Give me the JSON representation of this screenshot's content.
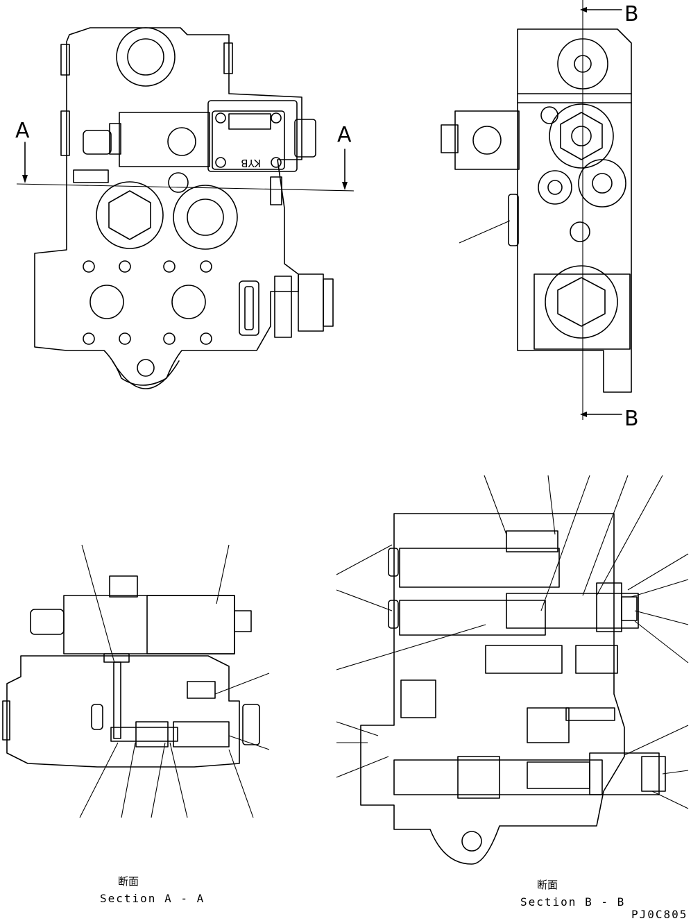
{
  "markers": {
    "section_a_left": "A",
    "section_a_right": "A",
    "section_b_top": "B",
    "section_b_bottom": "B"
  },
  "captions": {
    "section_aa_jp": "断面",
    "section_aa": "Section A - A",
    "section_bb_jp": "断面",
    "section_bb": "Section B - B"
  },
  "plate_text": "KYB",
  "drawing_id": "PJ0C805"
}
